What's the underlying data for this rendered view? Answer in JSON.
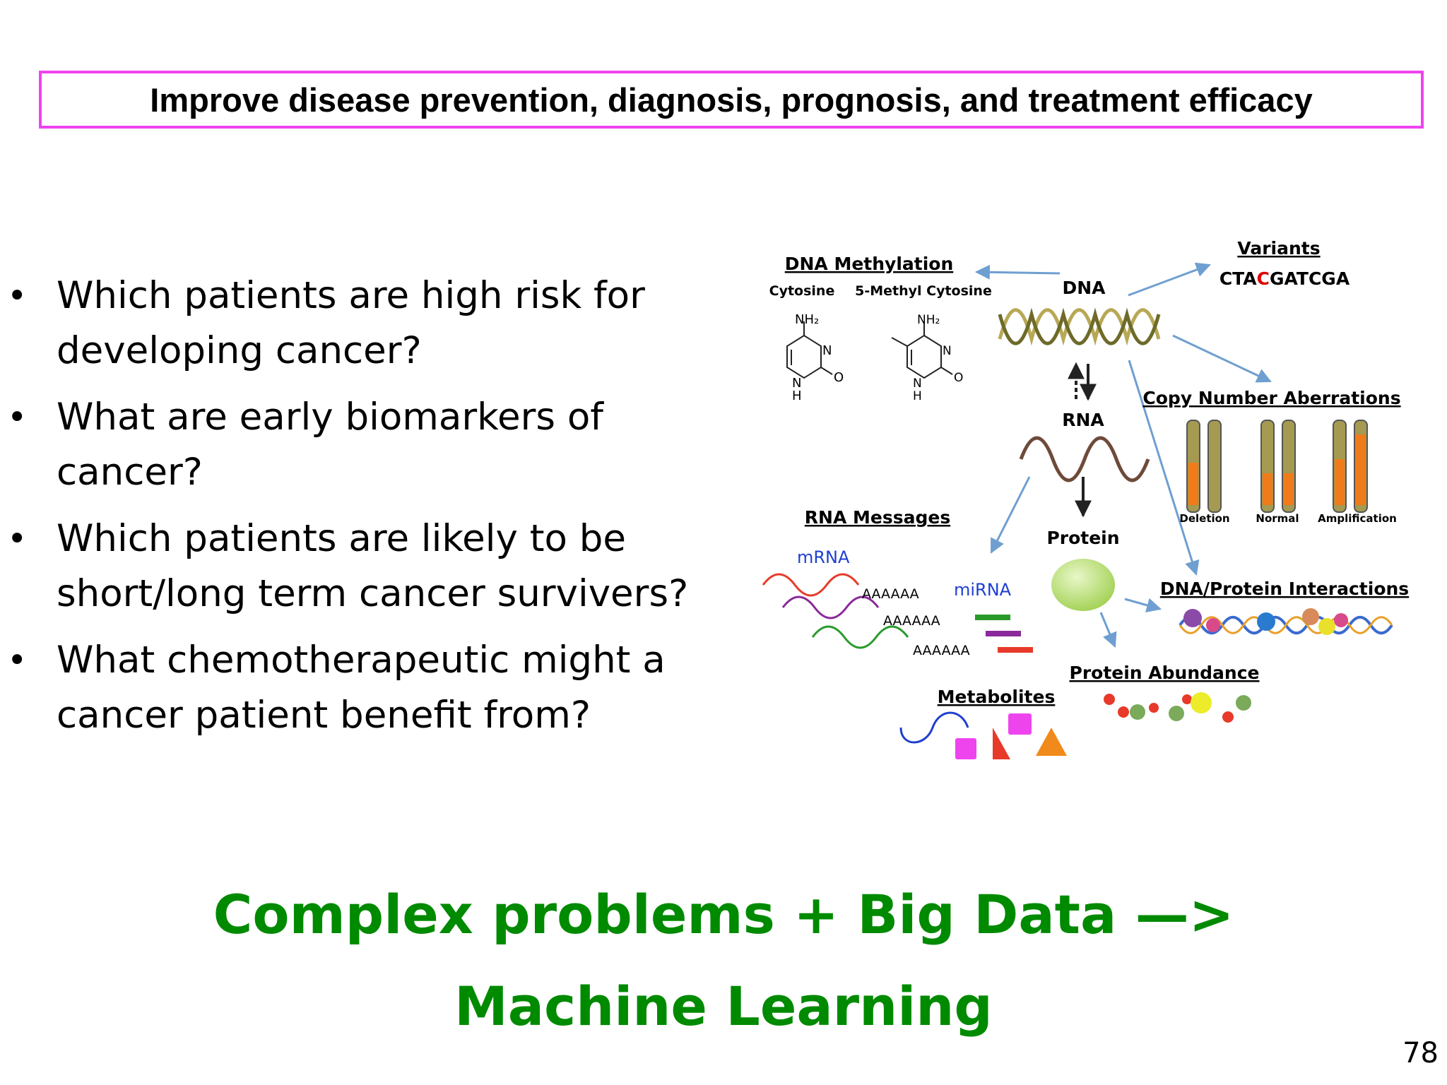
{
  "banner": "Improve disease prevention, diagnosis, prognosis, and treatment efficacy",
  "bullets": [
    "Which patients are high risk for developing cancer?",
    "What are early biomarkers of cancer?",
    "Which patients are likely to be short/long term cancer survivers?",
    "What chemotherapeutic might a cancer patient benefit from?"
  ],
  "bullet_symbol": "•",
  "diagram": {
    "dna_methylation": "DNA Methylation",
    "cytosine": "Cytosine",
    "methyl_cytosine": "5-Methyl Cytosine",
    "nh2": "NH₂",
    "atom_n": "N",
    "atom_o": "O",
    "atom_h": "H",
    "dna": "DNA",
    "variants": "Variants",
    "variant_seq_a": "CTA",
    "variant_seq_b": "C",
    "variant_seq_c": "GATCGA",
    "rna": "RNA",
    "copy_number": "Copy Number Aberrations",
    "deletion": "Deletion",
    "normal": "Normal",
    "amplification": "Amplification",
    "rna_messages": "RNA Messages",
    "mrna": "mRNA",
    "mirna": "miRNA",
    "poly_a": "AAAAAA",
    "protein": "Protein",
    "dna_protein": "DNA/Protein Interactions",
    "protein_abundance": "Protein Abundance",
    "metabolites": "Metabolites"
  },
  "conclusion_line1": "Complex problems + Big Data —>",
  "conclusion_line2": "Machine Learning",
  "page_number": "78",
  "colors": {
    "banner_border": "#ee44ee",
    "conclusion": "#008a00",
    "variant_highlight": "#dd0000",
    "arrow": "#6f9fd0"
  }
}
